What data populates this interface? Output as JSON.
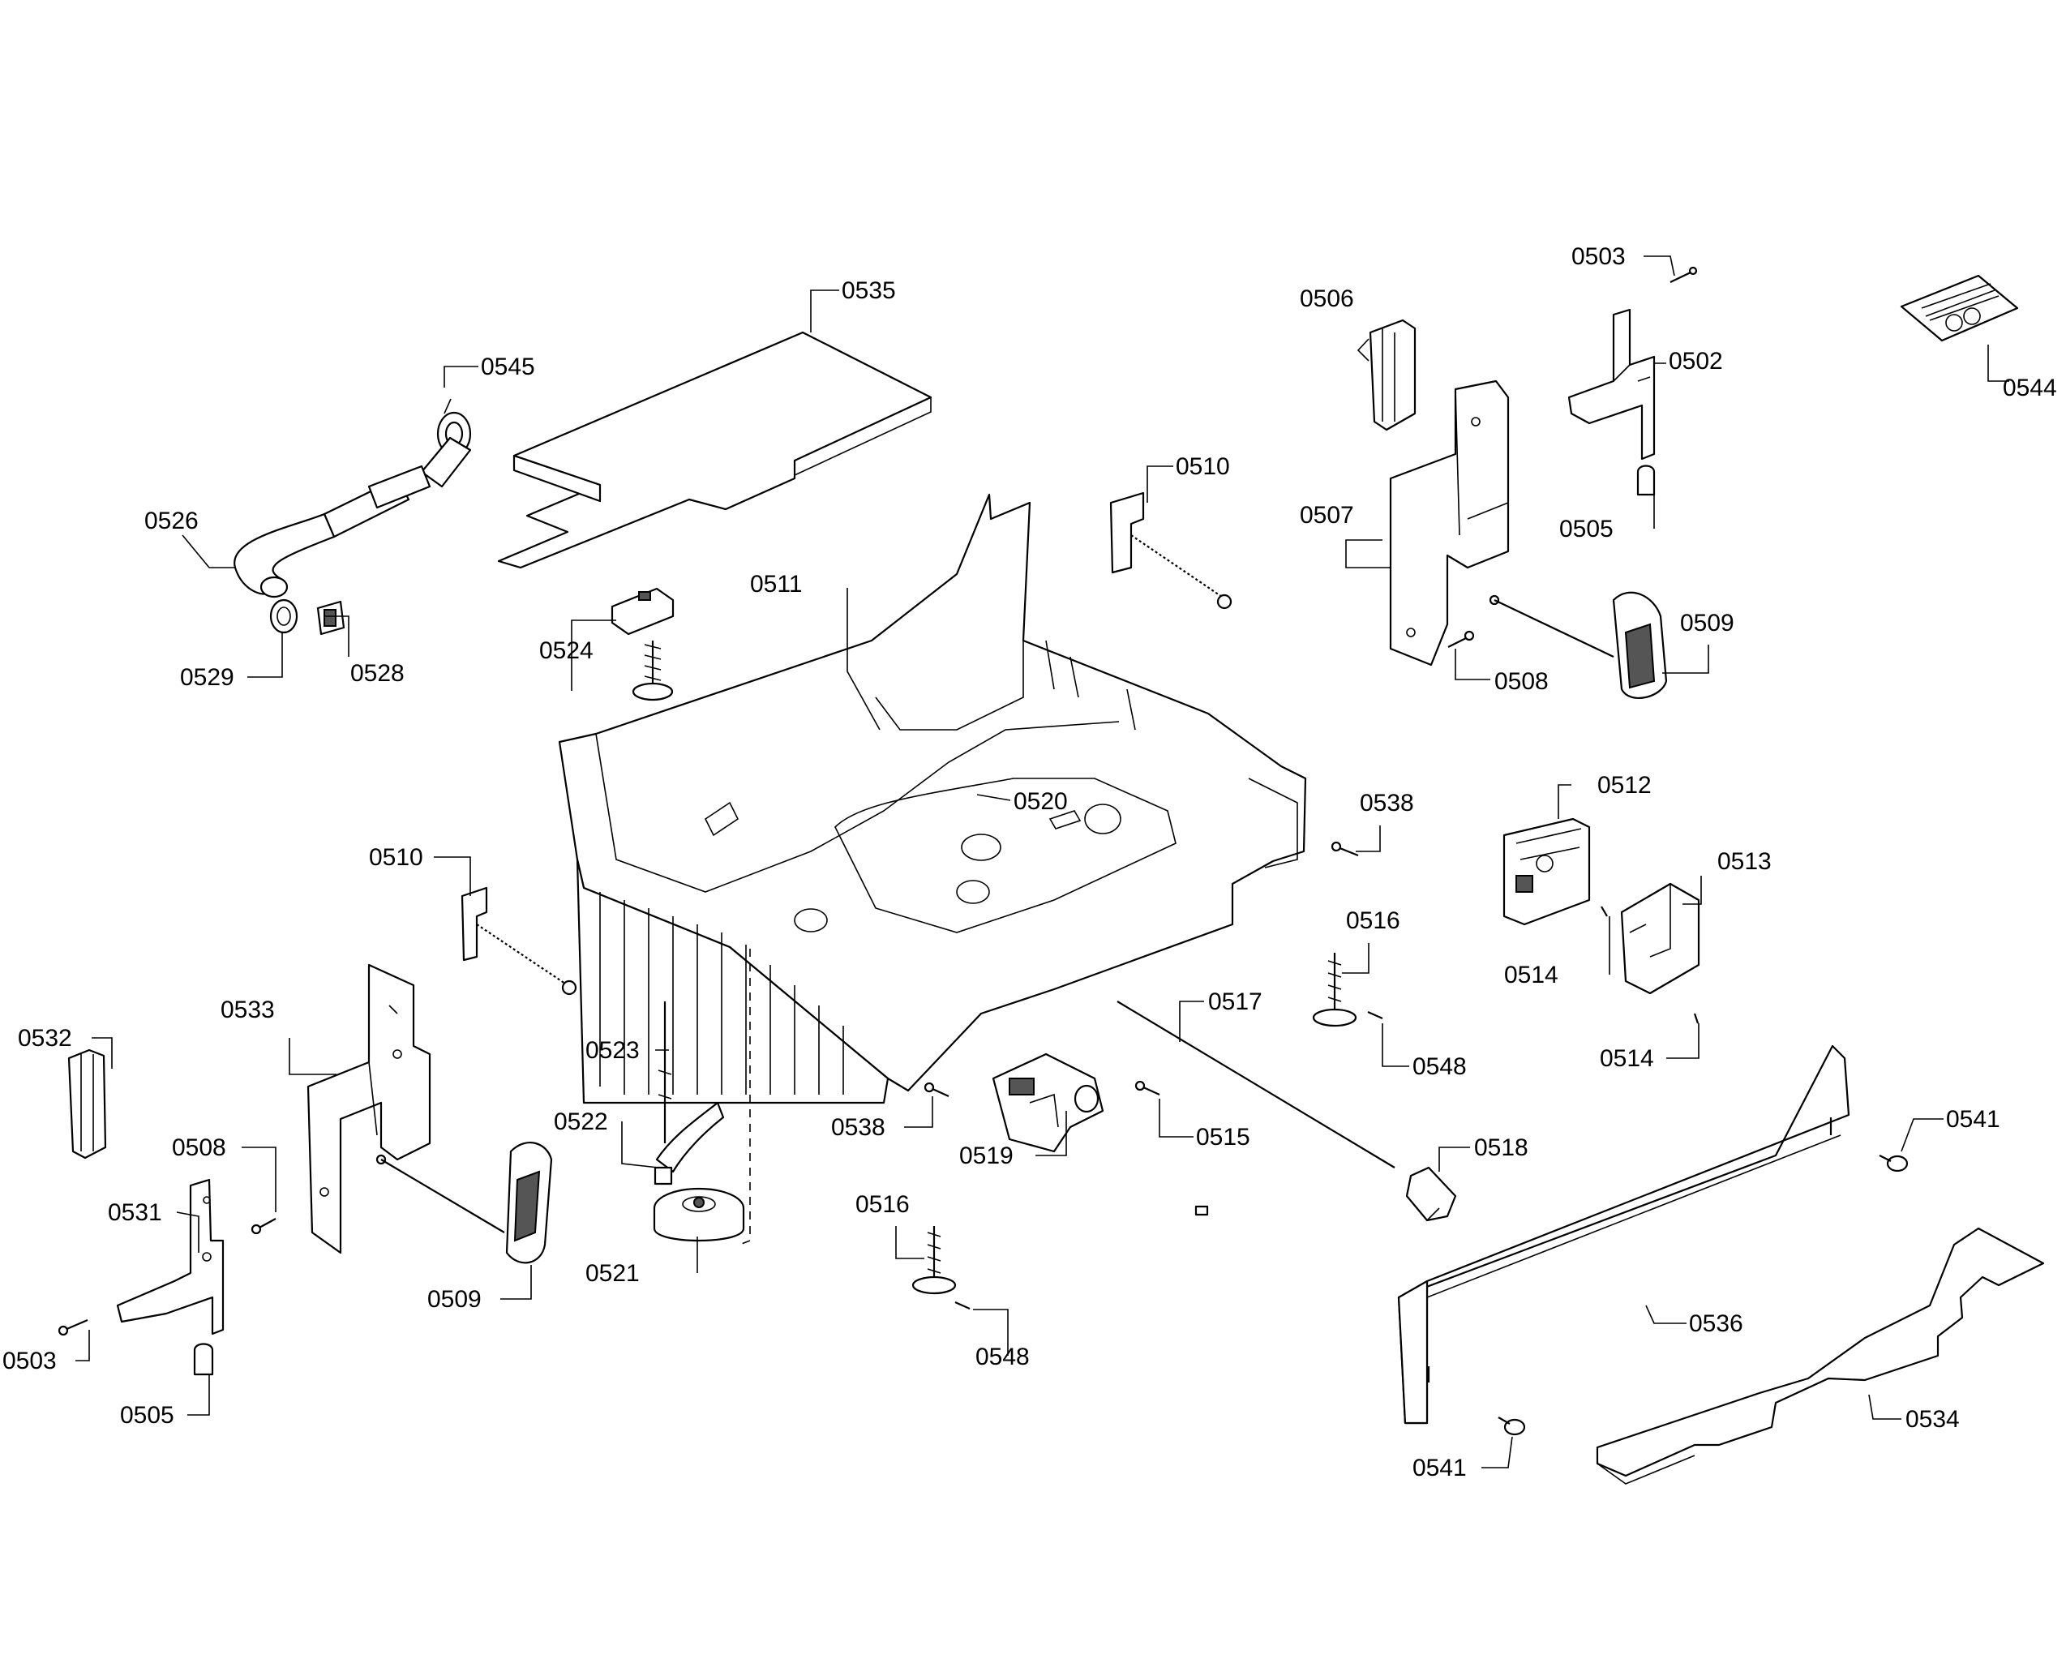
{
  "callouts": [
    {
      "id": "c-0535",
      "text": "0535"
    },
    {
      "id": "c-0545",
      "text": "0545"
    },
    {
      "id": "c-0526",
      "text": "0526"
    },
    {
      "id": "c-0529",
      "text": "0529"
    },
    {
      "id": "c-0528",
      "text": "0528"
    },
    {
      "id": "c-0524",
      "text": "0524"
    },
    {
      "id": "c-0511",
      "text": "0511"
    },
    {
      "id": "c-0510a",
      "text": "0510"
    },
    {
      "id": "c-0510b",
      "text": "0510"
    },
    {
      "id": "c-0506",
      "text": "0506"
    },
    {
      "id": "c-0507",
      "text": "0507"
    },
    {
      "id": "c-0503a",
      "text": "0503"
    },
    {
      "id": "c-0502",
      "text": "0502"
    },
    {
      "id": "c-0505a",
      "text": "0505"
    },
    {
      "id": "c-0544",
      "text": "0544"
    },
    {
      "id": "c-0509a",
      "text": "0509"
    },
    {
      "id": "c-0508a",
      "text": "0508"
    },
    {
      "id": "c-0520",
      "text": "0520"
    },
    {
      "id": "c-0538a",
      "text": "0538"
    },
    {
      "id": "c-0512",
      "text": "0512"
    },
    {
      "id": "c-0513",
      "text": "0513"
    },
    {
      "id": "c-0514a",
      "text": "0514"
    },
    {
      "id": "c-0514b",
      "text": "0514"
    },
    {
      "id": "c-0516a",
      "text": "0516"
    },
    {
      "id": "c-0548a",
      "text": "0548"
    },
    {
      "id": "c-0517",
      "text": "0517"
    },
    {
      "id": "c-0532",
      "text": "0532"
    },
    {
      "id": "c-0533",
      "text": "0533"
    },
    {
      "id": "c-0523",
      "text": "0523"
    },
    {
      "id": "c-0522",
      "text": "0522"
    },
    {
      "id": "c-0538b",
      "text": "0538"
    },
    {
      "id": "c-0519",
      "text": "0519"
    },
    {
      "id": "c-0515",
      "text": "0515"
    },
    {
      "id": "c-0518",
      "text": "0518"
    },
    {
      "id": "c-0541a",
      "text": "0541"
    },
    {
      "id": "c-0508b",
      "text": "0508"
    },
    {
      "id": "c-0531",
      "text": "0531"
    },
    {
      "id": "c-0521",
      "text": "0521"
    },
    {
      "id": "c-0509b",
      "text": "0509"
    },
    {
      "id": "c-0516b",
      "text": "0516"
    },
    {
      "id": "c-0536",
      "text": "0536"
    },
    {
      "id": "c-0503b",
      "text": "0503"
    },
    {
      "id": "c-0548b",
      "text": "0548"
    },
    {
      "id": "c-0505b",
      "text": "0505"
    },
    {
      "id": "c-0534",
      "text": "0534"
    },
    {
      "id": "c-0541b",
      "text": "0541"
    }
  ]
}
